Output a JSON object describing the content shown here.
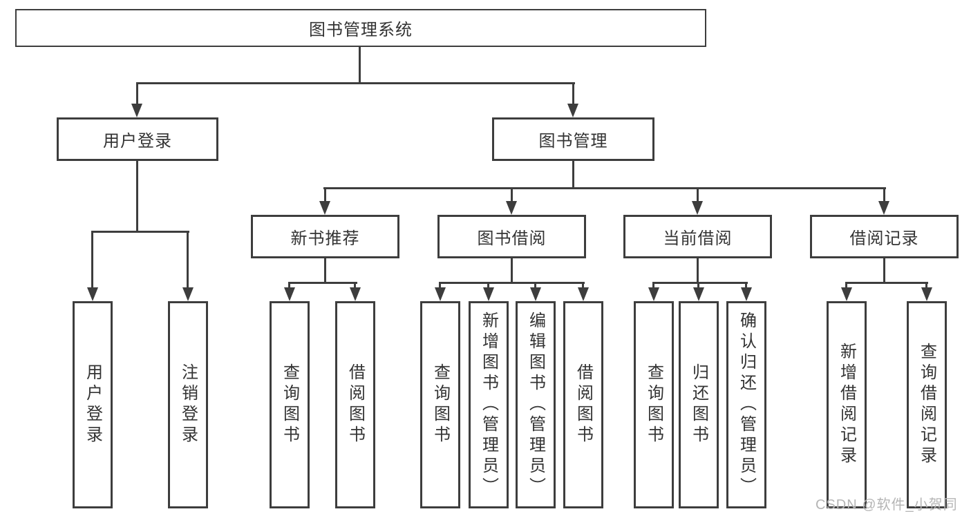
{
  "tree": {
    "root": {
      "label": "图书管理系统"
    },
    "children": [
      {
        "label": "用户登录",
        "children": [
          {
            "label": "用户登录"
          },
          {
            "label": "注销登录"
          }
        ]
      },
      {
        "label": "图书管理",
        "children": [
          {
            "label": "新书推荐",
            "children": [
              {
                "label": "查询图书"
              },
              {
                "label": "借阅图书"
              }
            ]
          },
          {
            "label": "图书借阅",
            "children": [
              {
                "label": "查询图书"
              },
              {
                "label": "新增图书（管理员）"
              },
              {
                "label": "编辑图书（管理员）"
              },
              {
                "label": "借阅图书"
              }
            ]
          },
          {
            "label": "当前借阅",
            "children": [
              {
                "label": "查询图书"
              },
              {
                "label": "归还图书"
              },
              {
                "label": "确认归还（管理员）"
              }
            ]
          },
          {
            "label": "借阅记录",
            "children": [
              {
                "label": "新增借阅记录"
              },
              {
                "label": "查询借阅记录"
              }
            ]
          }
        ]
      }
    ]
  },
  "watermark": {
    "text": "CSDN @软件_小贺同学"
  },
  "colors": {
    "line": "#3d3d3d",
    "text": "#333333",
    "watermark": "#b5b5b5",
    "background": "#ffffff"
  }
}
